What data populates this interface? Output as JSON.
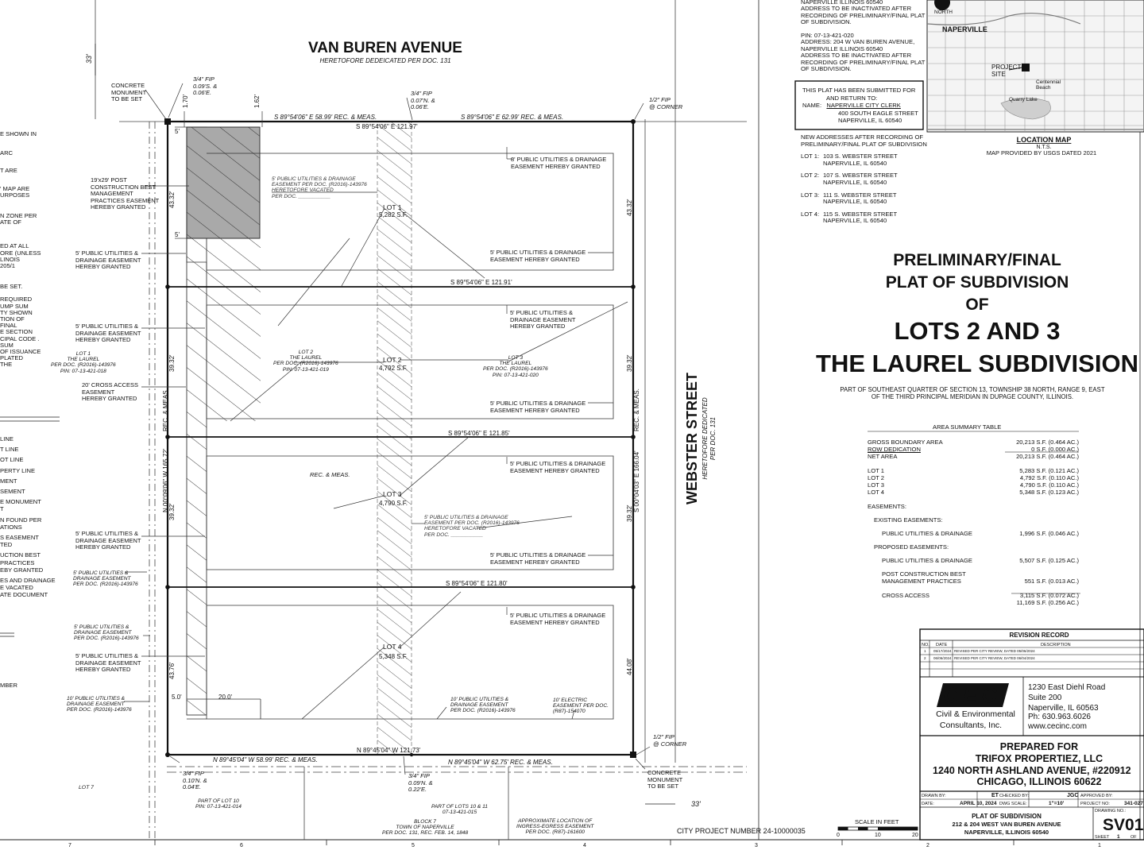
{
  "street_top": {
    "name": "VAN  BUREN    AVENUE",
    "sub": "HERETOFORE DEDEICATED  PER  DOC. 131"
  },
  "street_right": {
    "name": "WEBSTER    STREET",
    "sub1": "HERETOFORE DEDICATED",
    "sub2": "PER DOC. 131"
  },
  "dims": {
    "top_left_33": "33'",
    "bottom_right_33": "33'",
    "d_170": "1.70'",
    "d_162": "1.62'",
    "top_bearing_left": "S 89°54'06\" E  58.99' REC. & MEAS.",
    "top_bearing_right": "S 89°54'06\" E  62.99' REC. & MEAS.",
    "top_inner": "S 89°54'06\" E 121.97'",
    "line12": "S 89°54'06\" E 121.91'",
    "line23": "S 89°54'06\" E 121.85'",
    "line34": "S 89°54'06\" E 121.80'",
    "bottom_inner": "N 89°45'04\" W 121.73'",
    "bottom_left": "N 89°45'04\" W  58.99'  REC. & MEAS.",
    "bottom_right": "N 89°45'04\" W  62.75' REC. & MEAS.",
    "left_4332": "43.32'",
    "left_3932a": "39.32'",
    "left_3932b": "39.32'",
    "left_4376": "43.76'",
    "right_4332": "43.32'",
    "right_3932a": "39.32'",
    "right_3932b": "39.32'",
    "right_4408": "44.08'",
    "west_line": "N 00°09'06\" W 165.72'",
    "east_line": "S 00°04'03\" E 166.04'",
    "rec_meas": "REC. & MEAS.",
    "five_a": "5'",
    "five_b": "5'",
    "five_c": "5.0'",
    "twenty": "20.0'",
    "rec_meas_center": "REC. & MEAS."
  },
  "lots": [
    {
      "name": "LOT 1",
      "area": "5,282 S.F."
    },
    {
      "name": "LOT 2",
      "area": "4,792 S.F."
    },
    {
      "name": "LOT 3",
      "area": "4,790 S.F."
    },
    {
      "name": "LOT 4",
      "area": "5,348 S.F."
    }
  ],
  "callouts": {
    "concrete_tl": [
      "CONCRETE",
      "MONUMENT",
      "TO BE SET"
    ],
    "fip_tl": [
      "3/4\" FIP",
      "0.09'S. &",
      "0.06'E."
    ],
    "fip_tm": [
      "3/4\" FIP",
      "0.07'N. &",
      "0.06'E."
    ],
    "fip_tr": [
      "1/2\" FIP",
      "@ CORNER"
    ],
    "bmp": [
      "19'x29' POST",
      "CONSTRUCTION BEST",
      "MANAGEMENT",
      "PRACTICES EASEMENT",
      "HEREBY GRANTED"
    ],
    "pud_l1": [
      "5' PUBLIC UTILITIES &",
      "DRAINAGE EASEMENT",
      "HEREBY GRANTED"
    ],
    "pud_l2": [
      "5' PUBLIC UTILITIES &",
      "DRAINAGE EASEMENT",
      "HEREBY GRANTED"
    ],
    "cross": [
      "20' CROSS ACCESS",
      "EASEMENT",
      "HEREBY GRANTED"
    ],
    "pud_l3": [
      "5' PUBLIC UTILITIES &",
      "DRAINAGE EASEMENT",
      "HEREBY GRANTED"
    ],
    "pud_l4": [
      "5' PUBLIC UTILITIES &",
      "DRAINAGE EASEMENT",
      "HEREBY GRANTED"
    ],
    "ex_l1": [
      "5' PUBLIC UTILITIES &",
      "DRAINAGE EASEMENT",
      "PER DOC. (R2016)-143976"
    ],
    "ex_l2": [
      "5' PUBLIC UTILITIES &",
      "DRAINAGE EASEMENT",
      "PER DOC. (R2016)-143976"
    ],
    "ex_l3": [
      "10' PUBLIC UTILITIES &",
      "DRAINAGE EASEMENT",
      "PER DOC. (R2016)-143976"
    ],
    "e8": [
      "8' PUBLIC UTILITIES & DRAINAGE",
      "EASEMENT HEREBY GRANTED"
    ],
    "e5a": [
      "5' PUBLIC UTILITIES & DRAINAGE",
      "EASEMENT HEREBY GRANTED"
    ],
    "e5b": [
      "5' PUBLIC UTILITIES &",
      "DRAINAGE EASEMENT",
      "HEREBY GRANTED"
    ],
    "e5c": [
      "5' PUBLIC UTILITIES & DRAINAGE",
      "EASEMENT HEREBY GRANTED"
    ],
    "e5d": [
      "5' PUBLIC UTILITIES & DRAINAGE",
      "EASEMENT HEREBY GRANTED"
    ],
    "e5e": [
      "5' PUBLIC UTILITIES & DRAINAGE",
      "EASEMENT HEREBY GRANTED"
    ],
    "e5f": [
      "5' PUBLIC UTILITIES & DRAINAGE",
      "EASEMENT HEREBY GRANTED"
    ],
    "vac1": [
      "5' PUBLIC UTILITIES & DRAINAGE",
      "EASEMENT PER DOC. (R2016)-143976",
      "HERETOFORE VACATED",
      "PER DOC. ___________"
    ],
    "vac2": [
      "5' PUBLIC UTILITIES & DRAINAGE",
      "EASEMENT PER DOC. (R2016)-143976",
      "HERETOFORE VACATED",
      "PER DOC. ___________"
    ],
    "ex_b": [
      "10' PUBLIC UTILITIES &",
      "DRAINAGE EASEMENT",
      "PER DOC. (R2016)-143976"
    ],
    "elec": [
      "10' ELECTRIC",
      "EASEMENT PER DOC.",
      "(R87)-154070"
    ],
    "laurel1": [
      "LOT 1",
      "THE LAUREL",
      "PER DOC. (R2016)-143976",
      "PIN: 07-13-421-018"
    ],
    "laurel2": [
      "LOT 2",
      "THE LAUREL",
      "PER DOC. (R2016)-143976",
      "PIN: 07-13-421-019"
    ],
    "laurel3": [
      "LOT 3",
      "THE LAUREL",
      "PER DOC. (R2016)-143976",
      "PIN: 07-13-421-020"
    ],
    "fip_bl": [
      "3/4\" FIP",
      "0.10'N. &",
      "0.04'E."
    ],
    "fip_bm": [
      "3/4\" FIP",
      "0.09'N. &",
      "0.22'E."
    ],
    "fip_br": [
      "1/2\" FIP",
      "@ CORNER"
    ],
    "concrete_br": [
      "CONCRETE",
      "MONUMENT",
      "TO BE SET"
    ],
    "lot7": "LOT 7",
    "lot10": [
      "PART OF LOT 10",
      "PIN: 07-13-421-014"
    ],
    "lots1011": [
      "PART OF LOTS 10 & 11",
      "07-13-421-015"
    ],
    "block7": [
      "BLOCK     7",
      "TOWN OF NAPERVILLE",
      "PER DOC. 131, REC. FEB. 14, 1848"
    ],
    "ingress": [
      "APPROXIMATE LOCATION OF",
      "INGRESS-EGRESS EASEMENT",
      "PER DOC. (R87)-161600"
    ]
  },
  "left_notes": [
    "E SHOWN IN",
    "ARC",
    "T ARE",
    "' MAP ARE",
    "URPOSES",
    "N ZONE PER",
    "ATE OF",
    "ED AT ALL",
    "ORE (UNLESS",
    "LINOIS",
    "205/1",
    "BE SET.",
    "REQUIRED",
    "UMP SUM",
    "TY SHOWN",
    "TION OF",
    "FINAL",
    "E SECTION",
    "CIPAL CODE .",
    "SUM",
    "OF ISSUANCE",
    "PLATED",
    "THE"
  ],
  "legend_partial": [
    "LINE",
    "T LINE",
    "OT LINE",
    "PERTY LINE",
    "MENT",
    "SEMENT",
    "E MONUMENT",
    "T",
    "N FOUND PER",
    "ATIONS",
    "S EASEMENT",
    "TED",
    "UCTION BEST",
    "PRACTICES",
    "EBY GRANTED",
    "ES AND DRAINAGE",
    "E VACATED",
    "ATE DOCUMENT",
    "MBER"
  ],
  "address_notes": [
    "NAPERVILLE ILLINOIS 60540",
    "ADDRESS TO BE INACTIVATED AFTER",
    "RECORDING OF PRELIMINARY/FINAL PLAT",
    "OF SUBDIVISION.",
    "",
    "PIN: 07-13-421-020",
    "ADDRESS: 204 W VAN BUREN AVENUE,",
    "NAPERVILLE ILLINOIS 60540",
    "ADDRESS TO BE INACTIVATED AFTER",
    "RECORDING OF PRELIMINARY/FINAL PLAT",
    "OF SUBDIVISION."
  ],
  "submit_box": {
    "l1": "THIS PLAT HAS BEEN SUBMITTED FOR",
    "l2": "AND RETURN TO:",
    "name_label": "NAME:",
    "name": "NAPERVILLE CITY CLERK",
    "addr1": "400 SOUTH EAGLE STREET",
    "addr2": "NAPERVILLE, IL  60540"
  },
  "new_addresses": {
    "title1": "NEW ADDRESSES AFTER RECORDING OF",
    "title2": "PRELIMINARY/FINAL PLAT OF SUBDIVISION",
    "lots": [
      {
        "label": "LOT 1:",
        "street": "103 S. WEBSTER STREET",
        "city": "NAPERVILLE, IL 60540"
      },
      {
        "label": "LOT 2:",
        "street": "107 S. WEBSTER STREET",
        "city": "NAPERVILLE, IL 60540"
      },
      {
        "label": "LOT 3:",
        "street": "111 S. WEBSTER STREET",
        "city": "NAPERVILLE, IL 60540"
      },
      {
        "label": "LOT 4:",
        "street": "115 S. WEBSTER STREET",
        "city": "NAPERVILLE, IL 60540"
      }
    ]
  },
  "location_map": {
    "north": "NORTH",
    "city": "NAPERVILLE",
    "project": "PROJECT",
    "site": "SITE",
    "centennial": "Centennial",
    "beach": "Beach",
    "quarry": "Quarry Lake",
    "title": "LOCATION MAP",
    "nts": "N.T.S.",
    "source": "MAP PROVIDED BY USGS DATED 2021"
  },
  "plat_title": {
    "l1": "PRELIMINARY/FINAL",
    "l2": "PLAT OF SUBDIVISION",
    "l3": "OF",
    "l4": "LOTS 2 AND 3",
    "l5": "THE LAUREL SUBDIVISION",
    "sub1": "PART OF SOUTHEAST QUARTER OF SECTION 13, TOWNSHIP 38 NORTH, RANGE 9, EAST",
    "sub2": "OF THE THIRD PRINCIPAL MERIDIAN IN DUPAGE COUNTY, ILLINOIS."
  },
  "area_table": {
    "title": "AREA SUMMARY TABLE",
    "rows": [
      {
        "label": "GROSS BOUNDARY AREA",
        "value": "20,213 S.F. (0.464 AC.)"
      },
      {
        "label": "ROW DEDICATION",
        "value": "0 S.F. (0.000 AC.)"
      },
      {
        "label": "NET AREA",
        "value": "20,213 S.F. (0.464 AC.)"
      },
      {
        "label": "LOT 1",
        "value": "5,283 S.F. (0.121 AC.)"
      },
      {
        "label": "LOT 2",
        "value": "4,792 S.F. (0.110 AC.)"
      },
      {
        "label": "LOT 3",
        "value": "4,790 S.F. (0.110 AC.)"
      },
      {
        "label": "LOT 4",
        "value": "5,348 S.F. (0.123 AC.)"
      },
      {
        "label": "EASEMENTS:",
        "value": ""
      },
      {
        "label": "EXISTING EASEMENTS:",
        "value": ""
      },
      {
        "label": "PUBLIC UTILITIES & DRAINAGE",
        "value": "1,996 S.F. (0.046 AC.)"
      },
      {
        "label": "PROPOSED EASEMENTS:",
        "value": ""
      },
      {
        "label": "PUBLIC UTILITIES & DRAINAGE",
        "value": "5,507 S.F. (0.125 AC.)"
      },
      {
        "label": "POST CONSTRUCTION BEST",
        "value": ""
      },
      {
        "label": "MANAGEMENT PRACTICES",
        "value": "551 S.F. (0.013 AC.)"
      },
      {
        "label": "CROSS ACCESS",
        "value": "3,115 S.F. (0.072 AC.)"
      },
      {
        "label": "",
        "value": "11,169 S.F. (0.256 AC.)"
      }
    ]
  },
  "revision": {
    "title": "REVISION RECORD",
    "h_no": "NO.",
    "h_date": "DATE",
    "h_desc": "DESCRIPTION",
    "rows": [
      {
        "no": "1",
        "date": "05/17/2024",
        "desc": "REVISED PER CITY REVIEW, DATED 05/06/2024"
      },
      {
        "no": "2",
        "date": "06/06/2024",
        "desc": "REVISED PER CITY REVIEW, DATED 06/04/2024"
      }
    ]
  },
  "company": {
    "logo": "CEC",
    "name1": "Civil & Environmental",
    "name2": "Consultants, Inc.",
    "addr1": "1230 East Diehl Road",
    "addr2": "Suite 200",
    "addr3": "Naperville, IL  60563",
    "phone": "Ph: 630.963.6026",
    "web": "www.cecinc.com"
  },
  "prepared": {
    "l1": "PREPARED FOR",
    "l2": "TRIFOX PROPERTIEZ, LLC",
    "l3": "1240 NORTH ASHLAND AVENUE, #220912",
    "l4": "CHICAGO, ILLINOIS 60622"
  },
  "info": {
    "drawn_by_label": "DRAWN BY:",
    "drawn_by": "ET",
    "checked_by_label": "CHECKED BY:",
    "checked_by": "JGC",
    "approved_by_label": "APPROVED BY:",
    "date_label": "DATE:",
    "date": "APRIL 10, 2024",
    "scale_label": "DWG SCALE:",
    "scale": "1\"=10'",
    "project_label": "PROJECT NO:",
    "project": "341-027",
    "desc1": "PLAT OF SUBDIVISION",
    "desc2": "212 & 204 WEST VAN BUREN AVENUE",
    "desc3": "NAPERVILLE, ILLINOIS 60540",
    "drawing_no_label": "DRAWING NO.:",
    "drawing_no": "SV01",
    "sheet_label": "SHEET",
    "sheet": "1",
    "of": "OF"
  },
  "city_project": "CITY PROJECT NUMBER 24-10000035",
  "scale_bar": {
    "label": "SCALE IN FEET",
    "t0": "0",
    "t10": "10",
    "t20": "20"
  },
  "grid_labels": [
    "7",
    "6",
    "5",
    "4",
    "3",
    "2",
    "1"
  ]
}
